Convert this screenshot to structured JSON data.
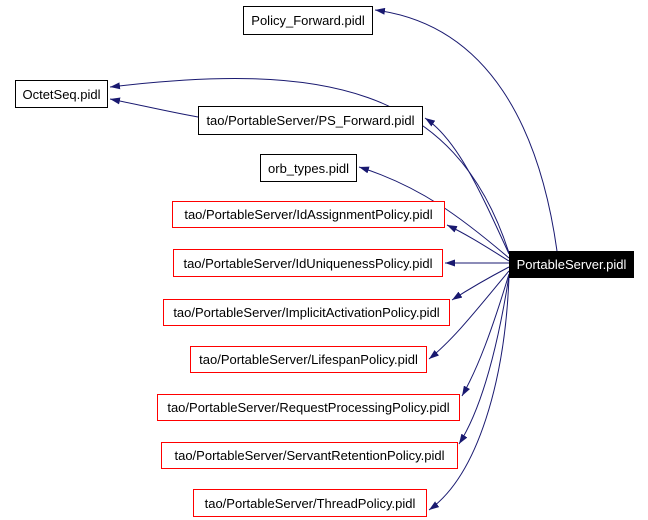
{
  "diagram_type": "include-dependency-graph",
  "colors": {
    "background": "#ffffff",
    "edge": "#191970",
    "plain_node_border": "#000000",
    "linked_node_border": "#ff0000",
    "root_node_bg": "#000000",
    "root_node_text": "#ffffff"
  },
  "root": {
    "label": "PortableServer.pidl"
  },
  "nodes": [
    {
      "label": "Policy_Forward.pidl",
      "linked": false
    },
    {
      "label": "OctetSeq.pidl",
      "linked": false
    },
    {
      "label": "tao/PortableServer/PS_Forward.pidl",
      "linked": false
    },
    {
      "label": "orb_types.pidl",
      "linked": false
    },
    {
      "label": "tao/PortableServer/IdAssignmentPolicy.pidl",
      "linked": true
    },
    {
      "label": "tao/PortableServer/IdUniquenessPolicy.pidl",
      "linked": true
    },
    {
      "label": "tao/PortableServer/ImplicitActivationPolicy.pidl",
      "linked": true
    },
    {
      "label": "tao/PortableServer/LifespanPolicy.pidl",
      "linked": true
    },
    {
      "label": "tao/PortableServer/RequestProcessingPolicy.pidl",
      "linked": true
    },
    {
      "label": "tao/PortableServer/ServantRetentionPolicy.pidl",
      "linked": true
    },
    {
      "label": "tao/PortableServer/ThreadPolicy.pidl",
      "linked": true
    }
  ],
  "edges": [
    {
      "from": "PortableServer.pidl",
      "to": "Policy_Forward.pidl"
    },
    {
      "from": "PortableServer.pidl",
      "to": "OctetSeq.pidl"
    },
    {
      "from": "tao/PortableServer/PS_Forward.pidl",
      "to": "OctetSeq.pidl"
    },
    {
      "from": "PortableServer.pidl",
      "to": "tao/PortableServer/PS_Forward.pidl"
    },
    {
      "from": "PortableServer.pidl",
      "to": "orb_types.pidl"
    },
    {
      "from": "PortableServer.pidl",
      "to": "tao/PortableServer/IdAssignmentPolicy.pidl"
    },
    {
      "from": "PortableServer.pidl",
      "to": "tao/PortableServer/IdUniquenessPolicy.pidl"
    },
    {
      "from": "PortableServer.pidl",
      "to": "tao/PortableServer/ImplicitActivationPolicy.pidl"
    },
    {
      "from": "PortableServer.pidl",
      "to": "tao/PortableServer/LifespanPolicy.pidl"
    },
    {
      "from": "PortableServer.pidl",
      "to": "tao/PortableServer/RequestProcessingPolicy.pidl"
    },
    {
      "from": "PortableServer.pidl",
      "to": "tao/PortableServer/ServantRetentionPolicy.pidl"
    },
    {
      "from": "PortableServer.pidl",
      "to": "tao/PortableServer/ThreadPolicy.pidl"
    }
  ]
}
